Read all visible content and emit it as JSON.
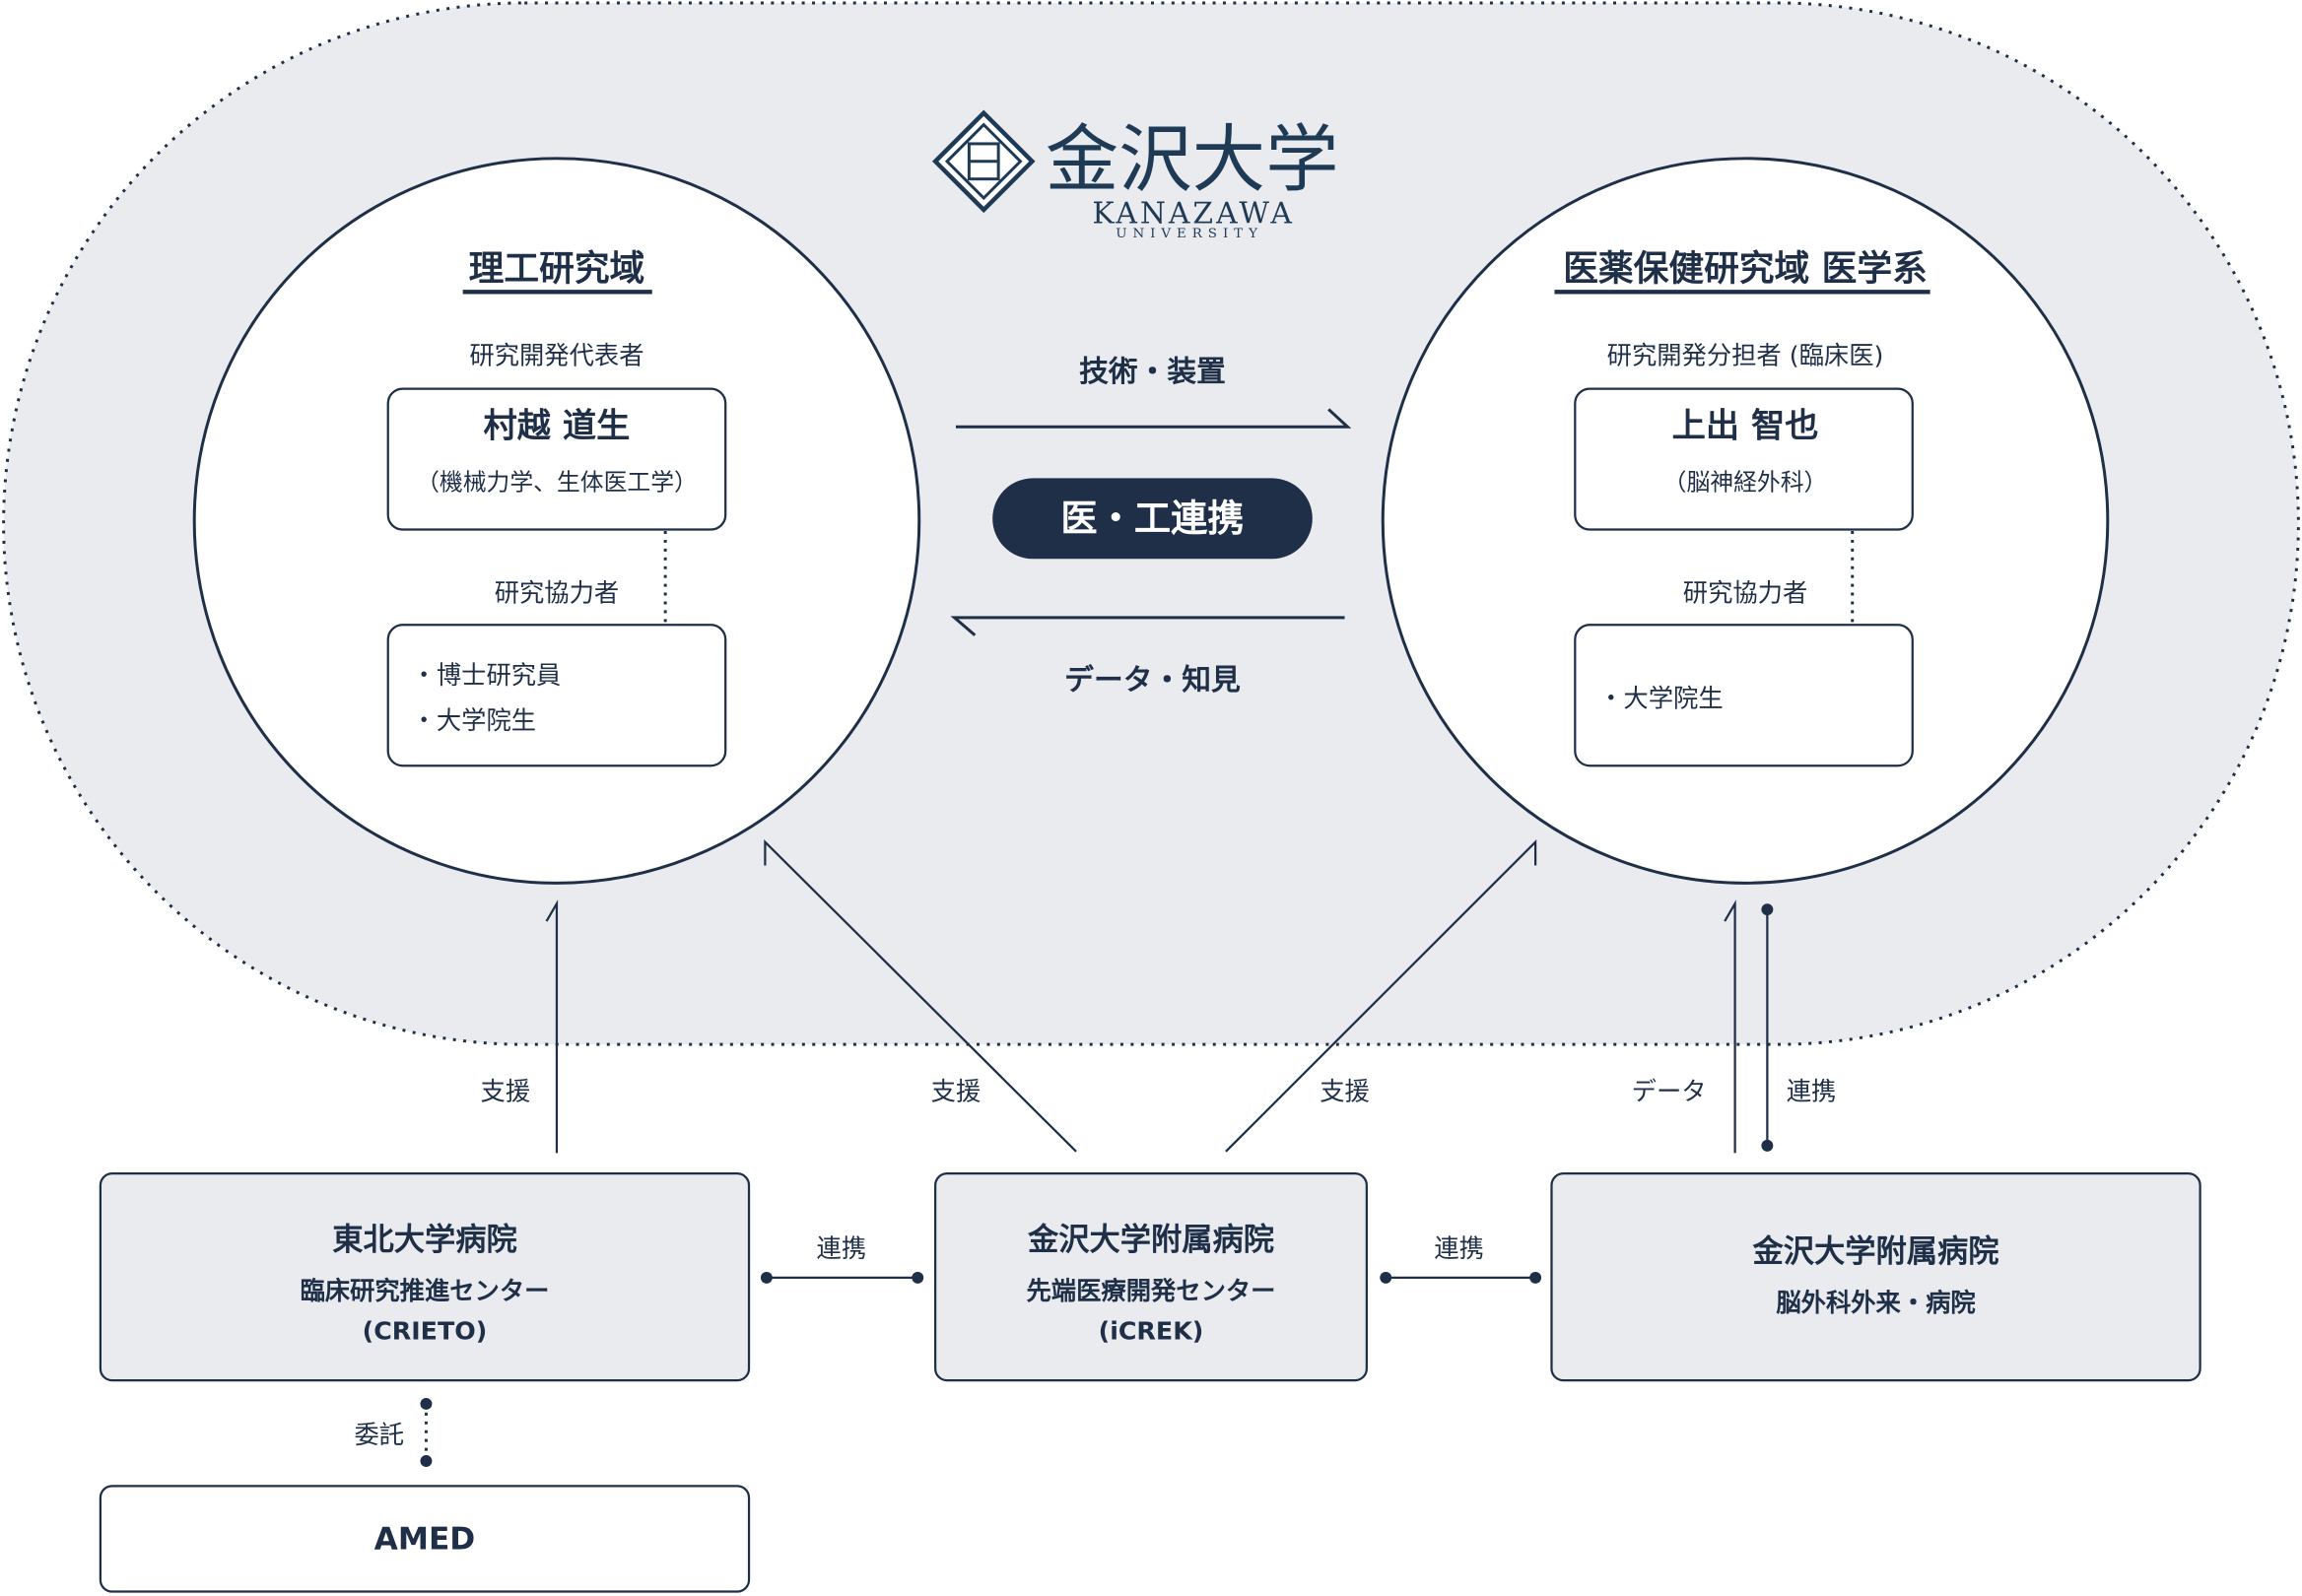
{
  "colors": {
    "navy": "#1f2f48",
    "panel": "#e9ebef",
    "white": "#ffffff"
  },
  "logo": {
    "name_ja": "金沢大学",
    "name_en_1": "KANAZAWA",
    "name_en_2": "UNIVERSITY"
  },
  "left": {
    "title": "理工研究域",
    "lead_label": "研究開発代表者",
    "lead_name": "村越 道生",
    "lead_field": "（機械力学、生体医工学）",
    "collab_label": "研究協力者",
    "collab_items": [
      "・博士研究員",
      "・大学院生"
    ]
  },
  "right": {
    "title": "医薬保健研究域 医学系",
    "lead_label": "研究開発分担者 (臨床医)",
    "lead_name": "上出 智也",
    "lead_field": "（脳神経外科）",
    "collab_label": "研究協力者",
    "collab_items": [
      "・大学院生"
    ]
  },
  "center": {
    "top_arrow_label": "技術・装置",
    "badge": "医・工連携",
    "bottom_arrow_label": "データ・知見"
  },
  "links": {
    "support1": "支援",
    "support2": "支援",
    "support3": "支援",
    "data": "データ",
    "collab": "連携",
    "collab_left": "連携",
    "collab_right": "連携",
    "entrust": "委託"
  },
  "boxes": {
    "tohoku": {
      "line1": "東北大学病院",
      "line2": "臨床研究推進センター",
      "line3": "(CRIETO)"
    },
    "icrek": {
      "line1": "金沢大学附属病院",
      "line2": "先端医療開発センター",
      "line3": "(iCREK)"
    },
    "neuro": {
      "line1": "金沢大学附属病院",
      "line2": "脳外科外来・病院"
    },
    "amed": {
      "label": "AMED"
    }
  }
}
